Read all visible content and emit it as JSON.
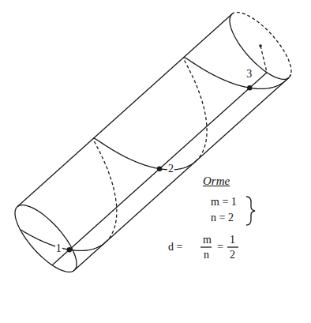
{
  "diagram": {
    "labels": [
      "3",
      "2",
      "Orme",
      "1",
      "m = 1",
      "n = 2",
      "d =",
      "m",
      "n",
      "=",
      "1",
      "2"
    ]
  }
}
